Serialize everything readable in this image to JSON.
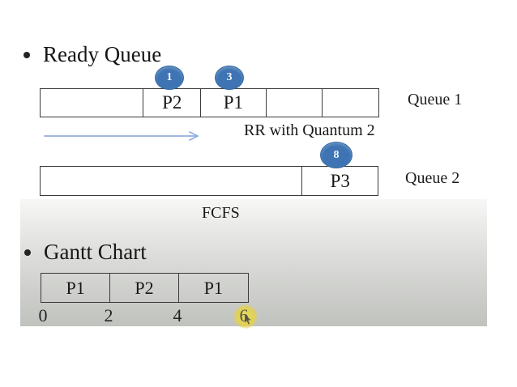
{
  "ready_queue": {
    "title": "Ready Queue",
    "queue1": {
      "label": "Queue 1",
      "cells": [
        "",
        "P2",
        "P1",
        "",
        ""
      ],
      "time_markers": [
        "1",
        "3"
      ],
      "policy": "RR with Quantum 2"
    },
    "queue2": {
      "label": "Queue 2",
      "cells": [
        "",
        "P3"
      ],
      "time_markers": [
        "8"
      ],
      "policy": "FCFS"
    }
  },
  "gantt": {
    "title": "Gantt Chart",
    "chart_data": {
      "type": "gantt",
      "segments": [
        {
          "process": "P1",
          "start": 0,
          "end": 2
        },
        {
          "process": "P2",
          "start": 2,
          "end": 4
        },
        {
          "process": "P1",
          "start": 4,
          "end": 6
        }
      ],
      "tick_labels": [
        "0",
        "2",
        "4",
        "6"
      ],
      "highlighted_tick": "6"
    }
  },
  "icons": {
    "bullet": "filled-circle",
    "queue_direction_arrow": "right-arrow",
    "mouse_cursor": "pointer-arrow",
    "tick_highlight": "yellow-glow-circle"
  },
  "colors": {
    "marker_blue": "#3e74b3",
    "arrow_blue": "#94add9",
    "highlight_yellow": "#e0d155",
    "border_dark": "#3b3b3b"
  }
}
